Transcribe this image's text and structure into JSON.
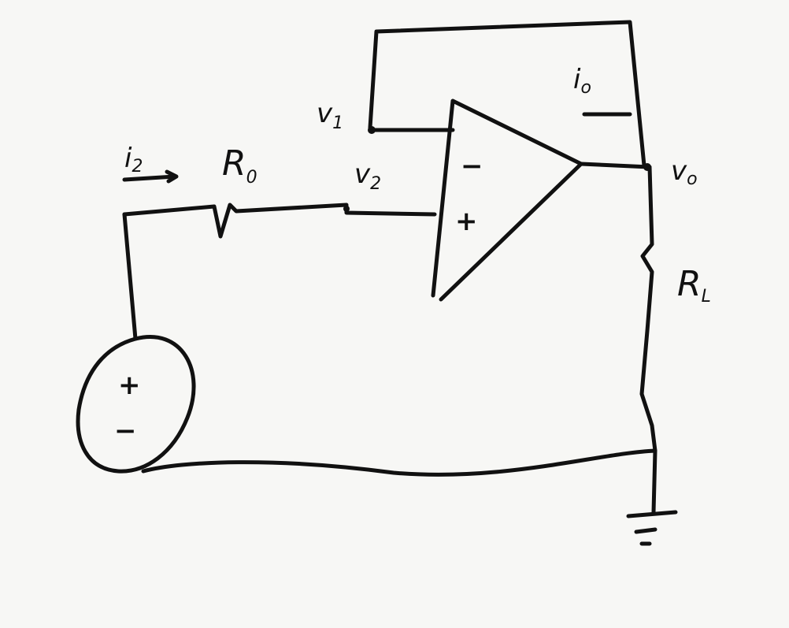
{
  "labels": {
    "v1": {
      "main": "v",
      "sub": "1"
    },
    "v2": {
      "main": "v",
      "sub": "2"
    },
    "vo": {
      "main": "v",
      "sub": "o"
    },
    "io": {
      "main": "i",
      "sub": "o"
    },
    "i2": {
      "main": "i",
      "sub": "2"
    },
    "r0": {
      "main": "R",
      "sub": "0"
    },
    "rl": {
      "main": "R",
      "sub": "L"
    }
  },
  "opamp": {
    "minus": "−",
    "plus": "+"
  },
  "source": {
    "plus": "+",
    "minus": "−"
  },
  "colors": {
    "ink": "#111111",
    "paper": "#f7f7f5"
  }
}
